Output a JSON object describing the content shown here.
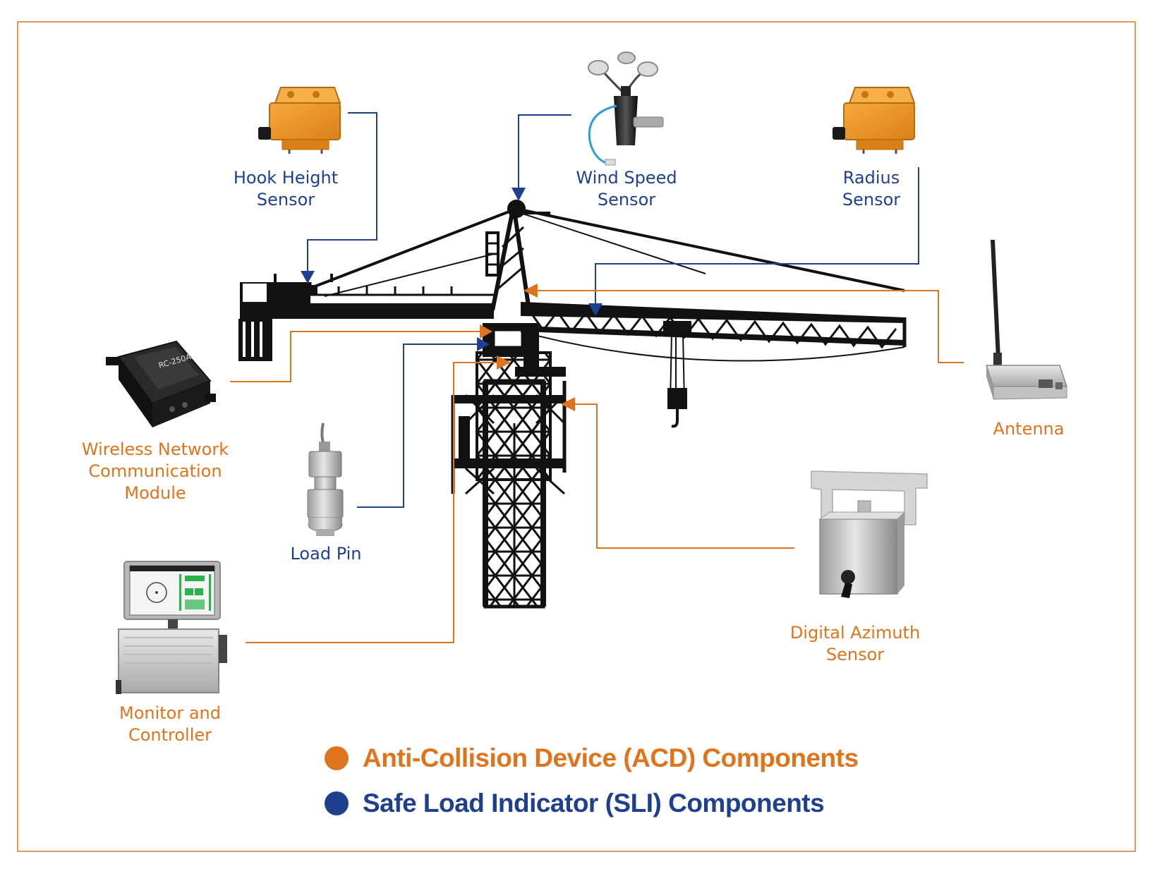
{
  "colors": {
    "acd": "#e0741c",
    "sli": "#1f3f8f",
    "frame": "#e39b55",
    "crane": "#111111"
  },
  "components": {
    "hook_height_sensor": {
      "line1": "Hook Height",
      "line2": "Sensor",
      "group": "sli"
    },
    "wind_speed_sensor": {
      "line1": "Wind Speed",
      "line2": "Sensor",
      "group": "sli"
    },
    "radius_sensor": {
      "line1": "Radius",
      "line2": "Sensor",
      "group": "sli"
    },
    "antenna": {
      "line1": "Antenna",
      "group": "acd"
    },
    "wireless_module": {
      "line1": "Wireless Network",
      "line2": "Communication",
      "line3": "Module",
      "group": "acd"
    },
    "load_pin": {
      "line1": "Load Pin",
      "group": "sli"
    },
    "digital_azimuth_sensor": {
      "line1": "Digital Azimuth",
      "line2": "Sensor",
      "group": "acd"
    },
    "monitor_controller": {
      "line1": "Monitor and",
      "line2": "Controller",
      "group": "acd"
    }
  },
  "device_text": {
    "wireless_module_plate": "RC-250A"
  },
  "legend": {
    "acd": "Anti-Collision Device (ACD) Components",
    "sli": "Safe Load Indicator (SLI) Components"
  }
}
